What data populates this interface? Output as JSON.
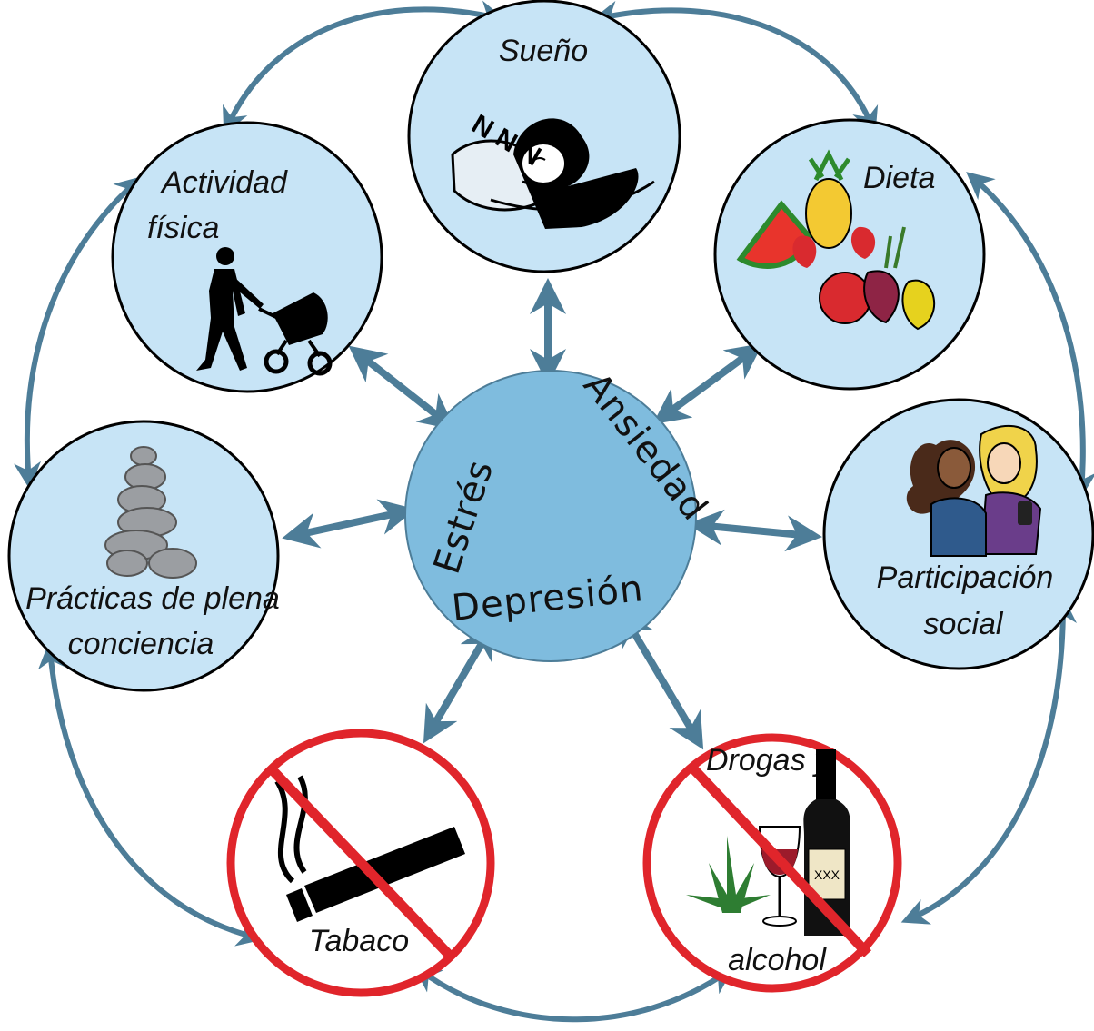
{
  "center": {
    "label_1": "Estrés",
    "label_2": "Ansiedad",
    "label_3": "Depresión"
  },
  "nodes": {
    "sleep": "Sueño",
    "activity_1": "Actividad",
    "activity_2": "física",
    "diet": "Dieta",
    "mindfulness_1": "Prácticas de plena",
    "mindfulness_2": "conciencia",
    "social_1": "Participación",
    "social_2": "social",
    "tobacco": "Tabaco",
    "drugs_1": "Drogas y",
    "drugs_2": "alcohol",
    "bottle_label": "XXX"
  },
  "colors": {
    "arrow": "#4d7d98",
    "node_fill": "#c7e4f6",
    "center_fill": "#7fbcde",
    "prohibited": "#e0252b"
  }
}
